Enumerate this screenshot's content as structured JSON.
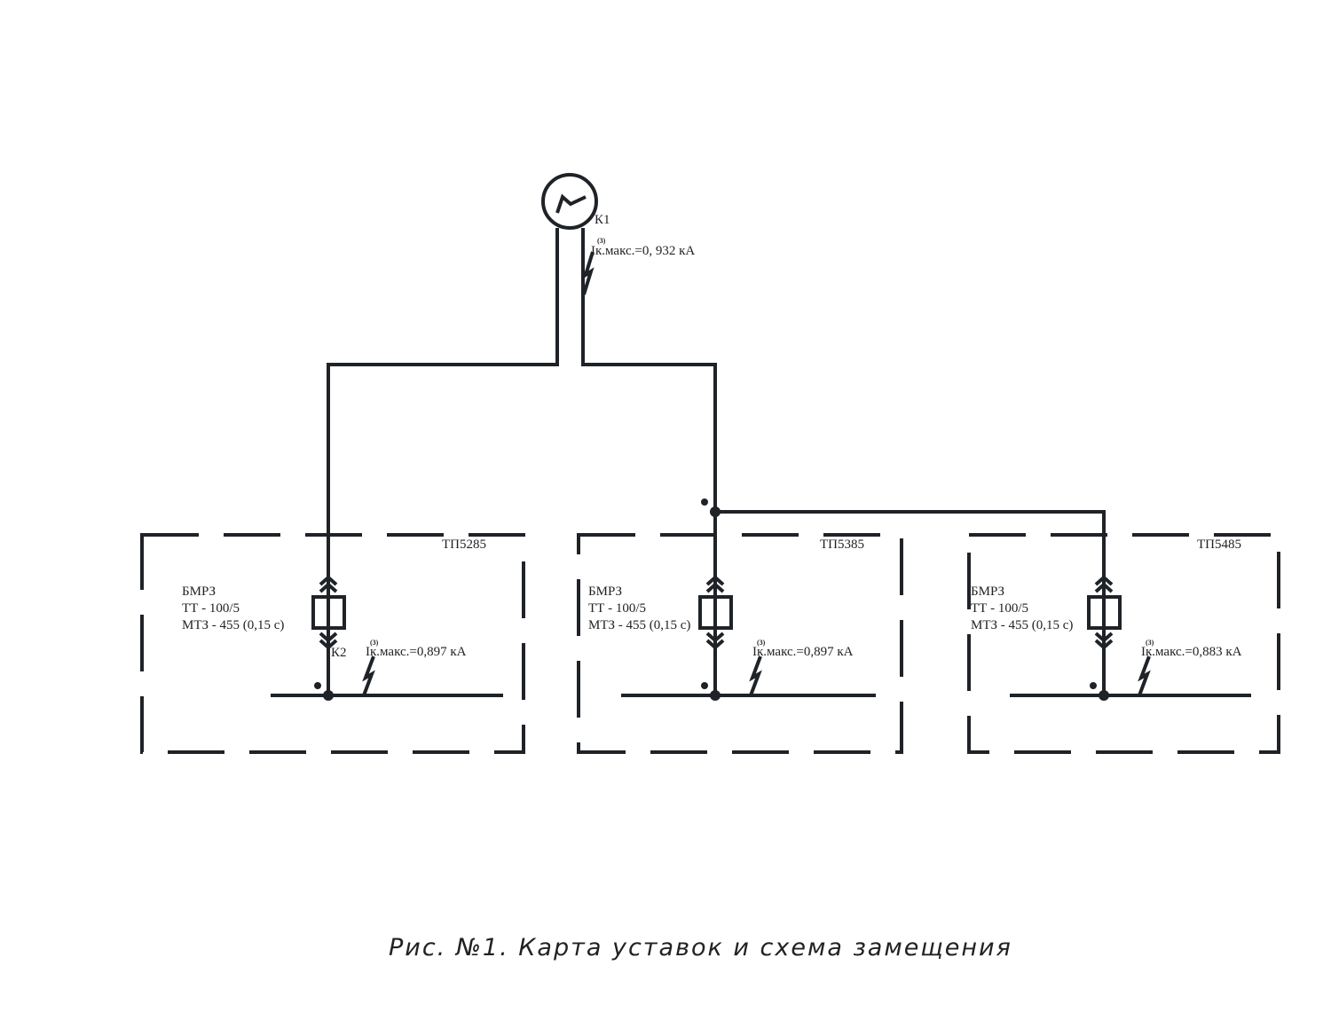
{
  "source": {
    "label": "К1",
    "fault_current": "Iк.макс.=0, 932 кА",
    "fault_superscript": "(3)"
  },
  "substations": [
    {
      "name": "ТП5285",
      "device": "БМРЗ",
      "ct": "ТТ - 100/5",
      "protection": "МТЗ - 455 (0,15 с)",
      "point_label": "К2",
      "fault_current": "Iк.макс.=0,897 кА",
      "fault_superscript": "(3)"
    },
    {
      "name": "ТП5385",
      "device": "БМРЗ",
      "ct": "ТТ - 100/5",
      "protection": "МТЗ - 455 (0,15 с)",
      "fault_current": "Iк.макс.=0,897 кА",
      "fault_superscript": "(3)"
    },
    {
      "name": "ТП5485",
      "device": "БМРЗ",
      "ct": "ТТ - 100/5",
      "protection": "МТЗ - 455 (0,15 с)",
      "fault_current": "Iк.макс.=0,883 кА",
      "fault_superscript": "(3)"
    }
  ],
  "caption": "Рис. №1. Карта уставок и схема замещения"
}
